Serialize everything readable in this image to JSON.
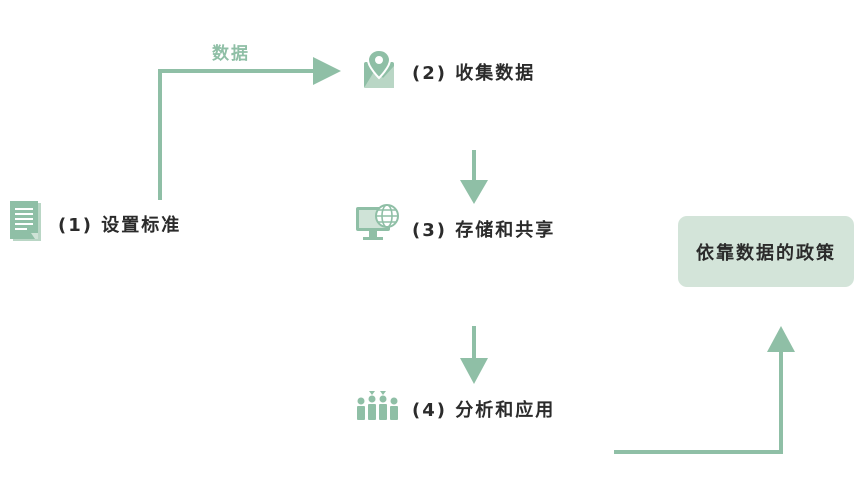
{
  "colors": {
    "accent": "#8fbfa6",
    "arrow": "#8fbfa6",
    "box_fill": "#d3e4d9",
    "text": "#2b2b2b"
  },
  "edge_label": "数据",
  "steps": [
    {
      "label": "(1) 设置标准",
      "icon": "document-icon"
    },
    {
      "label": "(2) 收集数据",
      "icon": "map-pin-icon"
    },
    {
      "label": "(3) 存储和共享",
      "icon": "computer-globe-icon"
    },
    {
      "label": "(4) 分析和应用",
      "icon": "people-icon"
    }
  ],
  "result": {
    "label": "依靠数据的政策"
  }
}
